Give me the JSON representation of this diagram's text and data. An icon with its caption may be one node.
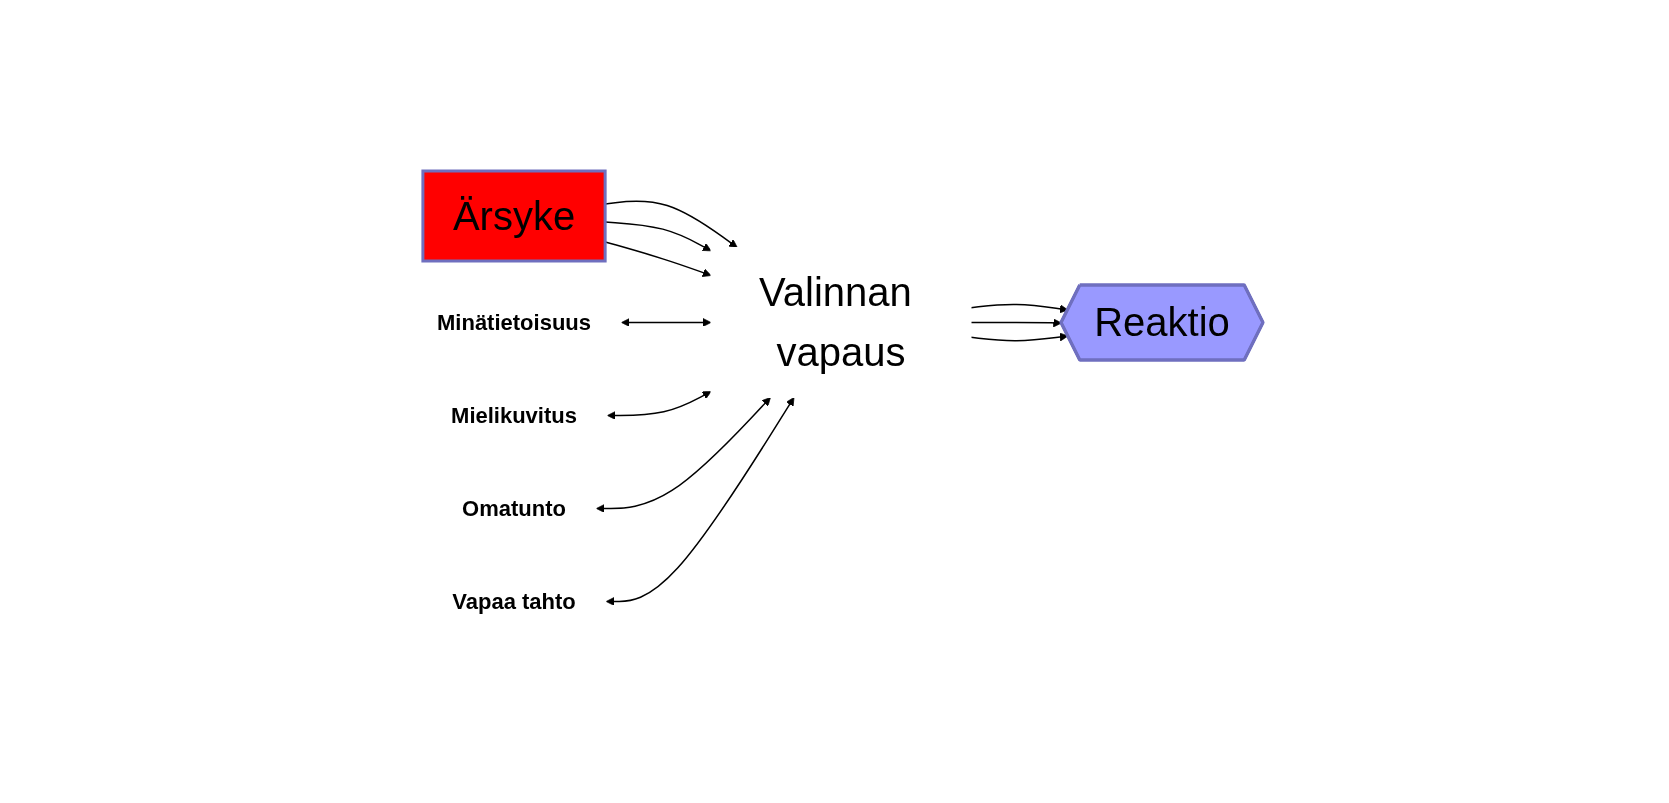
{
  "diagram": {
    "nodes": [
      {
        "text": [
          "Ärsyke"
        ]
      },
      {
        "text": [
          "Valinnan vapaus"
        ]
      },
      {
        "text": [
          "Reaktio"
        ]
      },
      {
        "text": [
          "Minätietoisuus"
        ]
      },
      {
        "text": [
          "Mielikuvitus"
        ]
      },
      {
        "text": [
          "Omatunto"
        ]
      },
      {
        "text": [
          "Vapaa tahto"
        ]
      }
    ],
    "edges": [
      {
        "from": 0,
        "to": 1,
        "arrow": "to"
      },
      {
        "from": 0,
        "to": 1,
        "arrow": "to"
      },
      {
        "from": 0,
        "to": 1,
        "arrow": "to"
      },
      {
        "from": 1,
        "to": 2,
        "arrow": "to"
      },
      {
        "from": 1,
        "to": 2,
        "arrow": "to"
      },
      {
        "from": 1,
        "to": 2,
        "arrow": "to"
      },
      {
        "from": 3,
        "to": 1,
        "arrow": "both"
      },
      {
        "from": 4,
        "to": 1,
        "arrow": "both"
      },
      {
        "from": 5,
        "to": 1,
        "arrow": "both"
      },
      {
        "from": 6,
        "to": 1,
        "arrow": "both"
      }
    ]
  }
}
